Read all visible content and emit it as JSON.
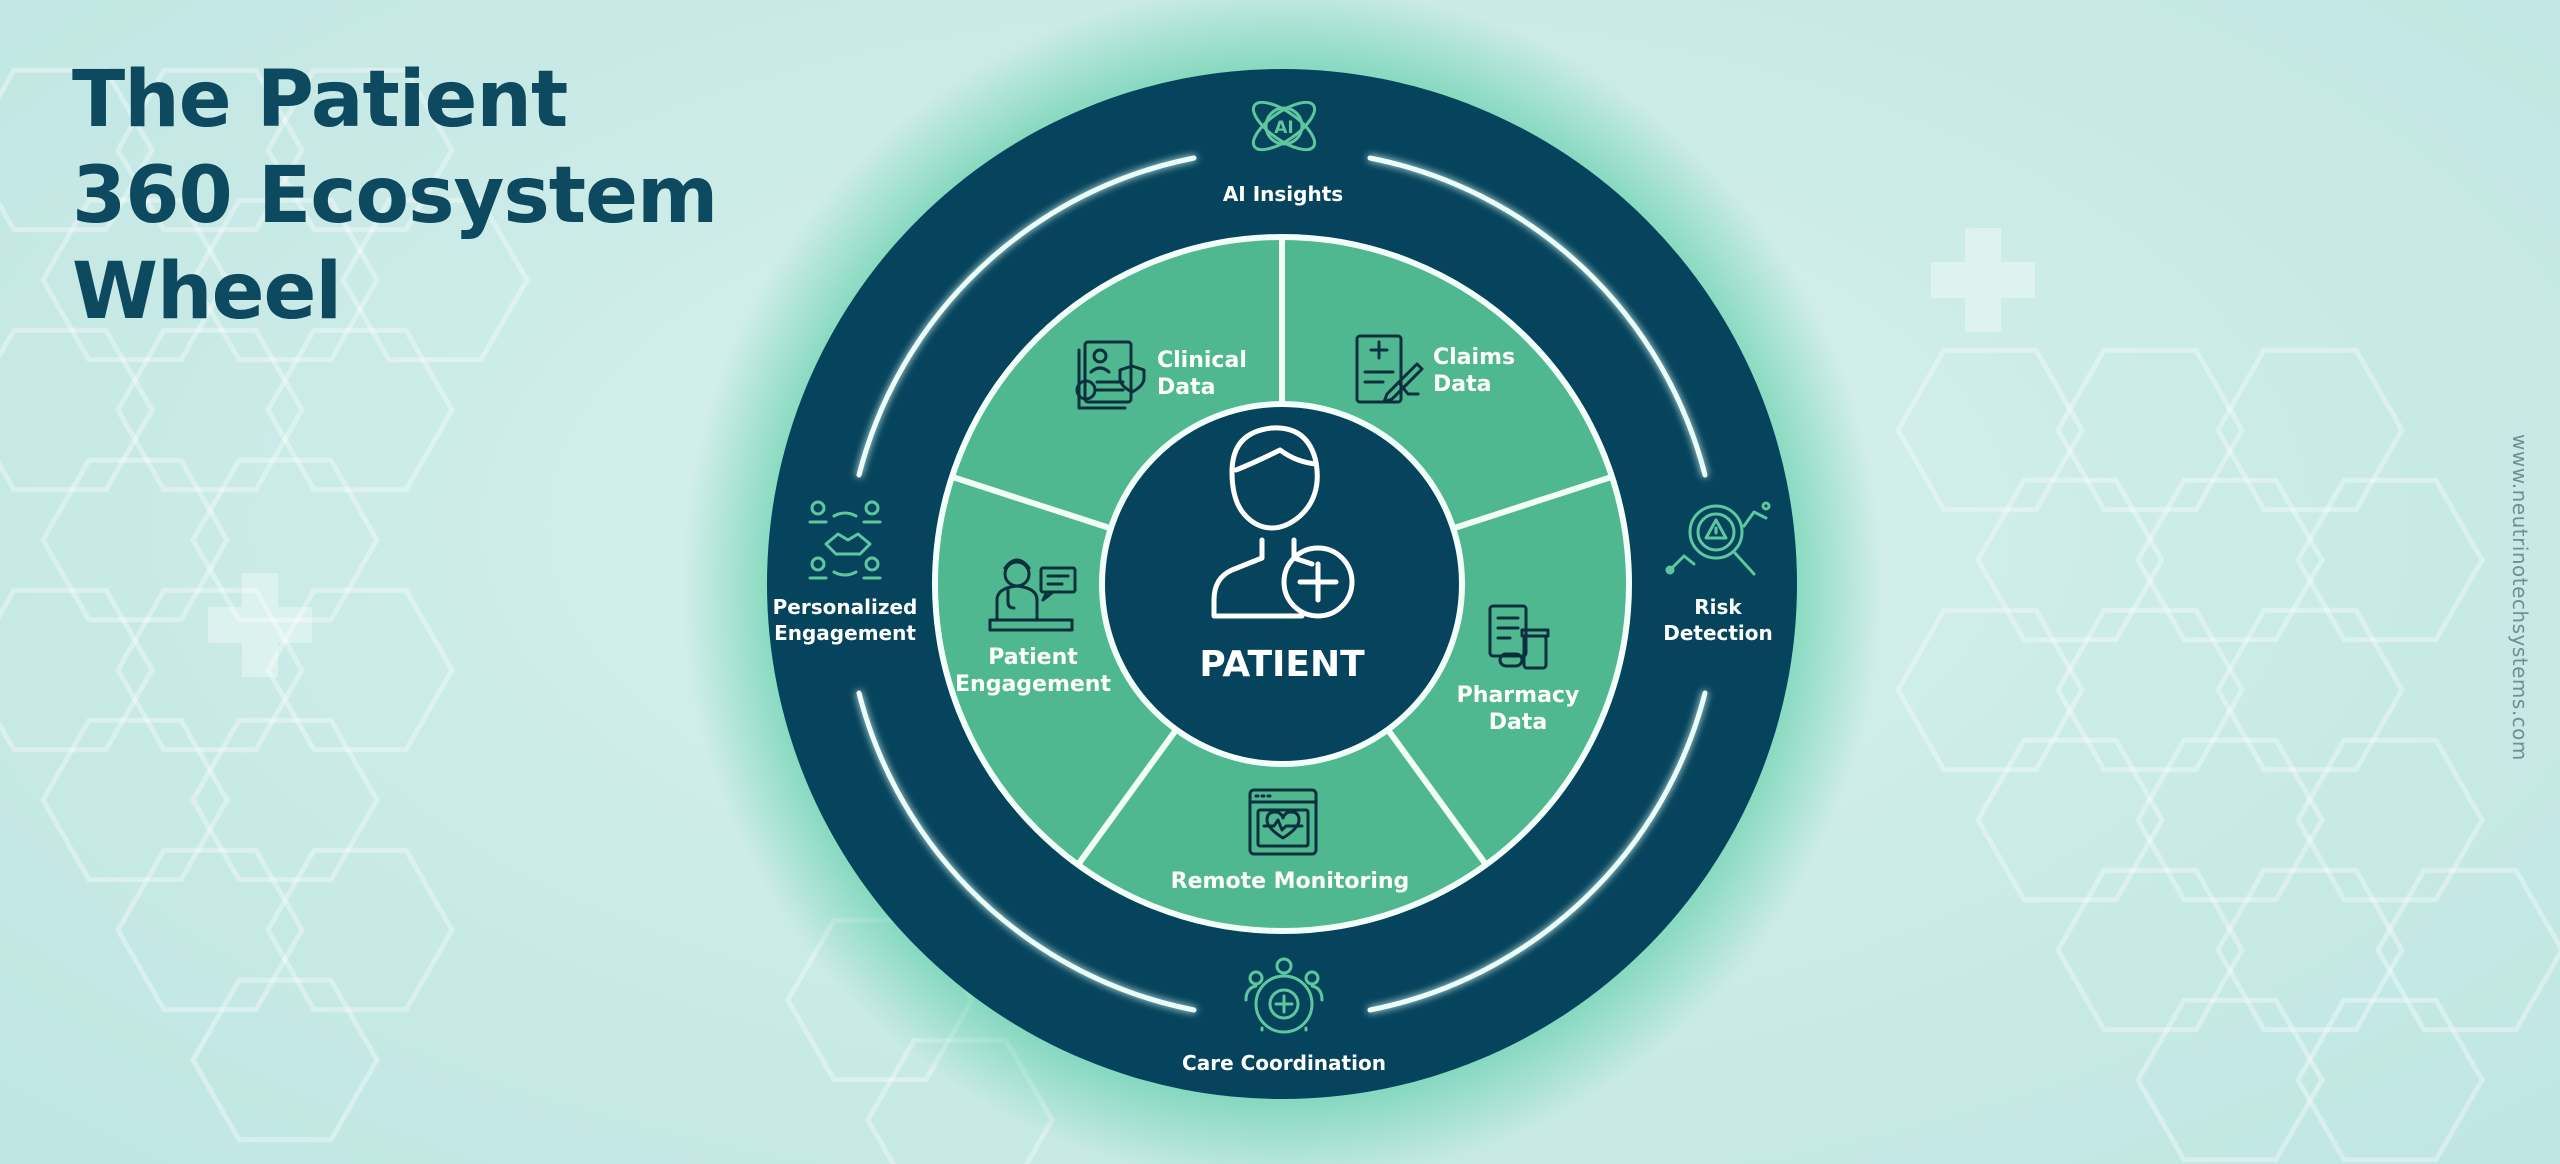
{
  "title": {
    "line1": "The Patient",
    "line2": "360 Ecosystem",
    "line3": "Wheel"
  },
  "website": "www.neutrinotechsystems.com",
  "center": {
    "label": "PATIENT",
    "icon": "patient-plus-icon"
  },
  "inner_segments": [
    {
      "lines": [
        "Clinical",
        "Data"
      ],
      "icon": "medical-record-icon"
    },
    {
      "lines": [
        "Claims",
        "Data"
      ],
      "icon": "claims-document-icon"
    },
    {
      "lines": [
        "Pharmacy",
        "Data"
      ],
      "icon": "pharmacy-icon"
    },
    {
      "lines": [
        "Remote Monitoring"
      ],
      "icon": "heart-monitor-icon"
    },
    {
      "lines": [
        "Patient",
        "Engagement"
      ],
      "icon": "doctor-consult-icon"
    }
  ],
  "outer_items": [
    {
      "lines": [
        "AI Insights"
      ],
      "icon": "ai-atom-icon"
    },
    {
      "lines": [
        "Risk",
        "Detection"
      ],
      "icon": "risk-magnifier-icon"
    },
    {
      "lines": [
        "Care Coordination"
      ],
      "icon": "care-team-icon"
    },
    {
      "lines": [
        "Personalized",
        "Engagement"
      ],
      "icon": "handshake-people-icon"
    }
  ],
  "colors": {
    "dark_teal": "#05445c",
    "segment_green": "#4fb891",
    "title_color": "#0d4a5f",
    "background": "#cdece8",
    "glow_green": "#3ec596"
  }
}
